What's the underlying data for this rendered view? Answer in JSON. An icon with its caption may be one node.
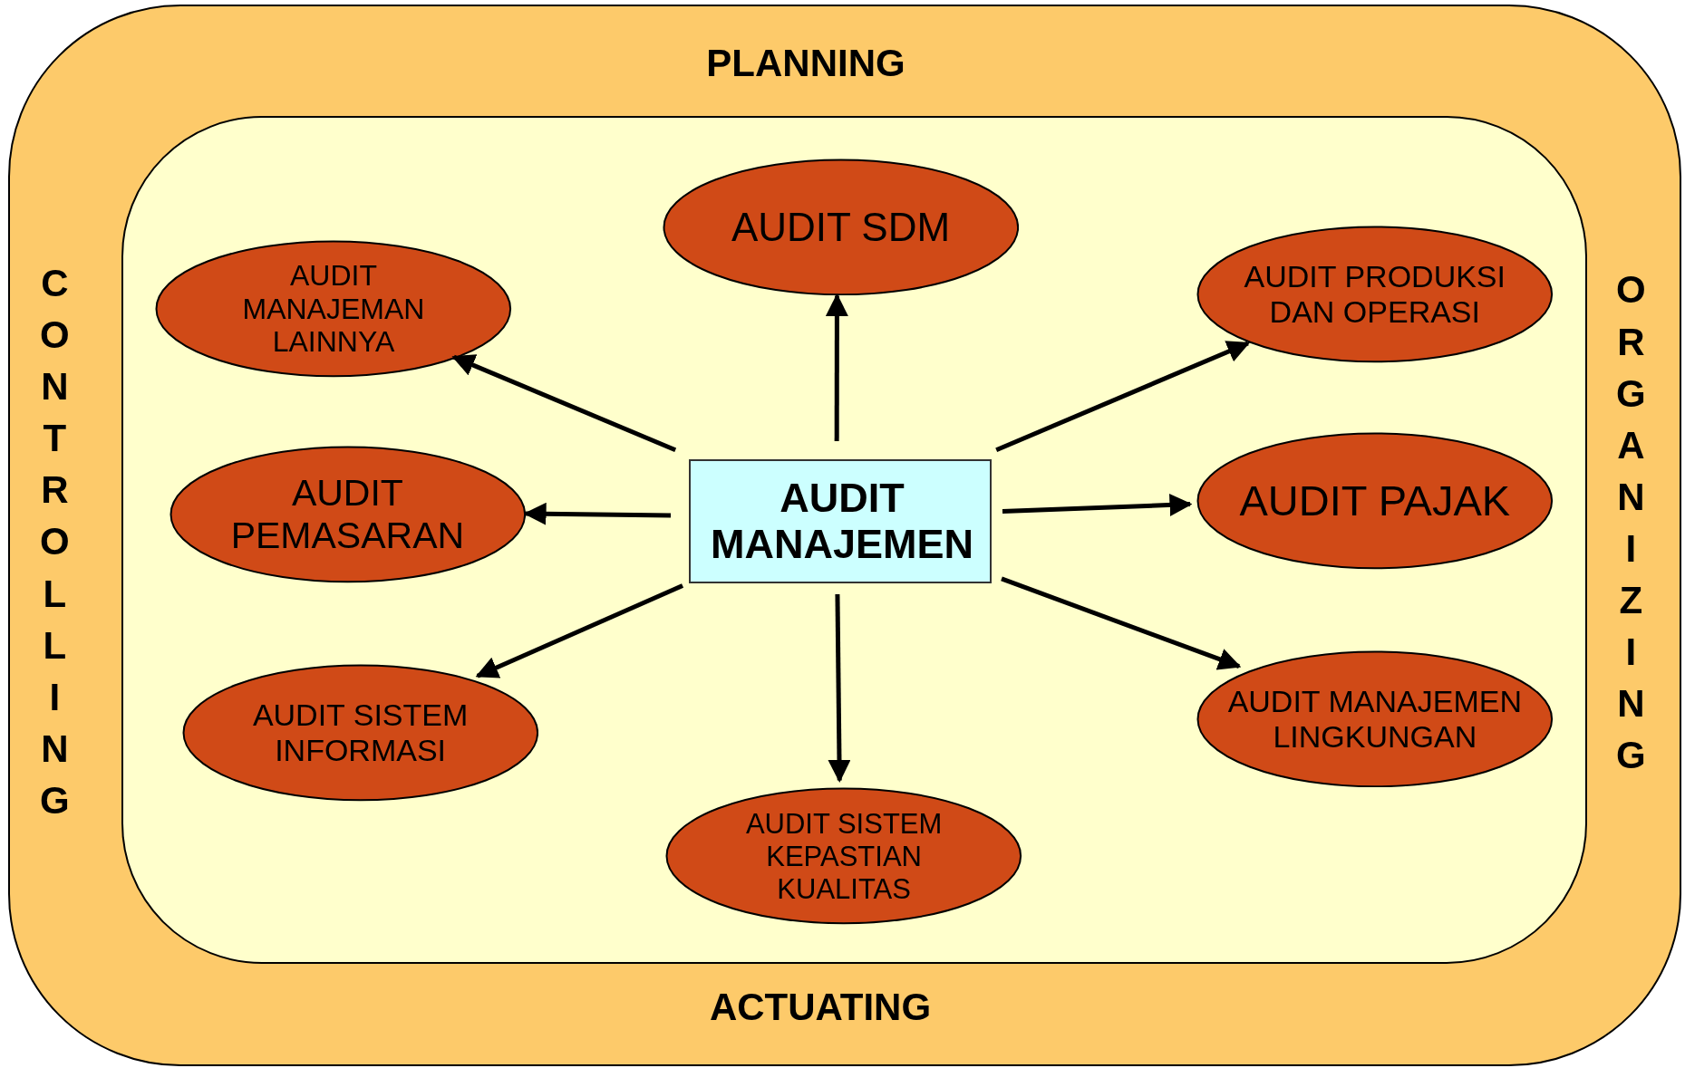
{
  "diagram": {
    "nodes": [
      {
        "text": [
          "PLANNING",
          "CONTROLLING",
          "ORGANIZING",
          "ACTUATING"
        ]
      },
      {
        "text": [],
        "shape": "box",
        "in": 0
      },
      {
        "text": [
          "AUDIT SDM"
        ],
        "in": 1
      },
      {
        "text": [
          "AUDIT MANAJEMAN LAINNYA"
        ],
        "in": 1
      },
      {
        "text": [
          "AUDIT PRODUKSI DAN OPERASI"
        ],
        "in": 1
      },
      {
        "text": [
          "AUDIT MANAJEMEN"
        ],
        "in": 1
      },
      {
        "text": [
          "AUDIT PEMASARAN"
        ],
        "in": 1
      },
      {
        "text": [
          "AUDIT PAJAK"
        ],
        "in": 1
      },
      {
        "text": [
          "AUDIT SISTEM INFORMASI"
        ],
        "in": 1
      },
      {
        "text": [
          "AUDIT MANAJEMEN LINGKUNGAN"
        ],
        "in": 1
      },
      {
        "text": [
          "AUDIT SISTEM KEPASTIAN KUALITAS"
        ],
        "in": 1
      }
    ],
    "edges": [
      {
        "from": 5,
        "to": 2,
        "arrow": "to"
      },
      {
        "from": 5,
        "to": 3,
        "arrow": "to"
      },
      {
        "from": 5,
        "to": 4,
        "arrow": "to"
      },
      {
        "from": 5,
        "to": 6,
        "arrow": "to"
      },
      {
        "from": 5,
        "to": 7,
        "arrow": "to"
      },
      {
        "from": 5,
        "to": 8,
        "arrow": "to"
      },
      {
        "from": 5,
        "to": 9,
        "arrow": "to"
      },
      {
        "from": 5,
        "to": 10,
        "arrow": "to"
      }
    ]
  }
}
